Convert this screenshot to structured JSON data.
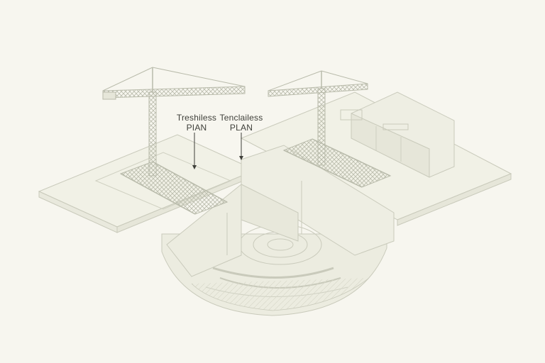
{
  "labels": {
    "left": {
      "line1": "Treshiless",
      "line2": "PIAN"
    },
    "right": {
      "line1": "Tenclailess",
      "line2": "PLAN"
    }
  },
  "colors": {
    "background": "#f7f6ef",
    "platform_fill": "#f1f1e6",
    "line": "#c9cabb",
    "truss": "#b9bbab",
    "label_text": "#3e3f39"
  }
}
